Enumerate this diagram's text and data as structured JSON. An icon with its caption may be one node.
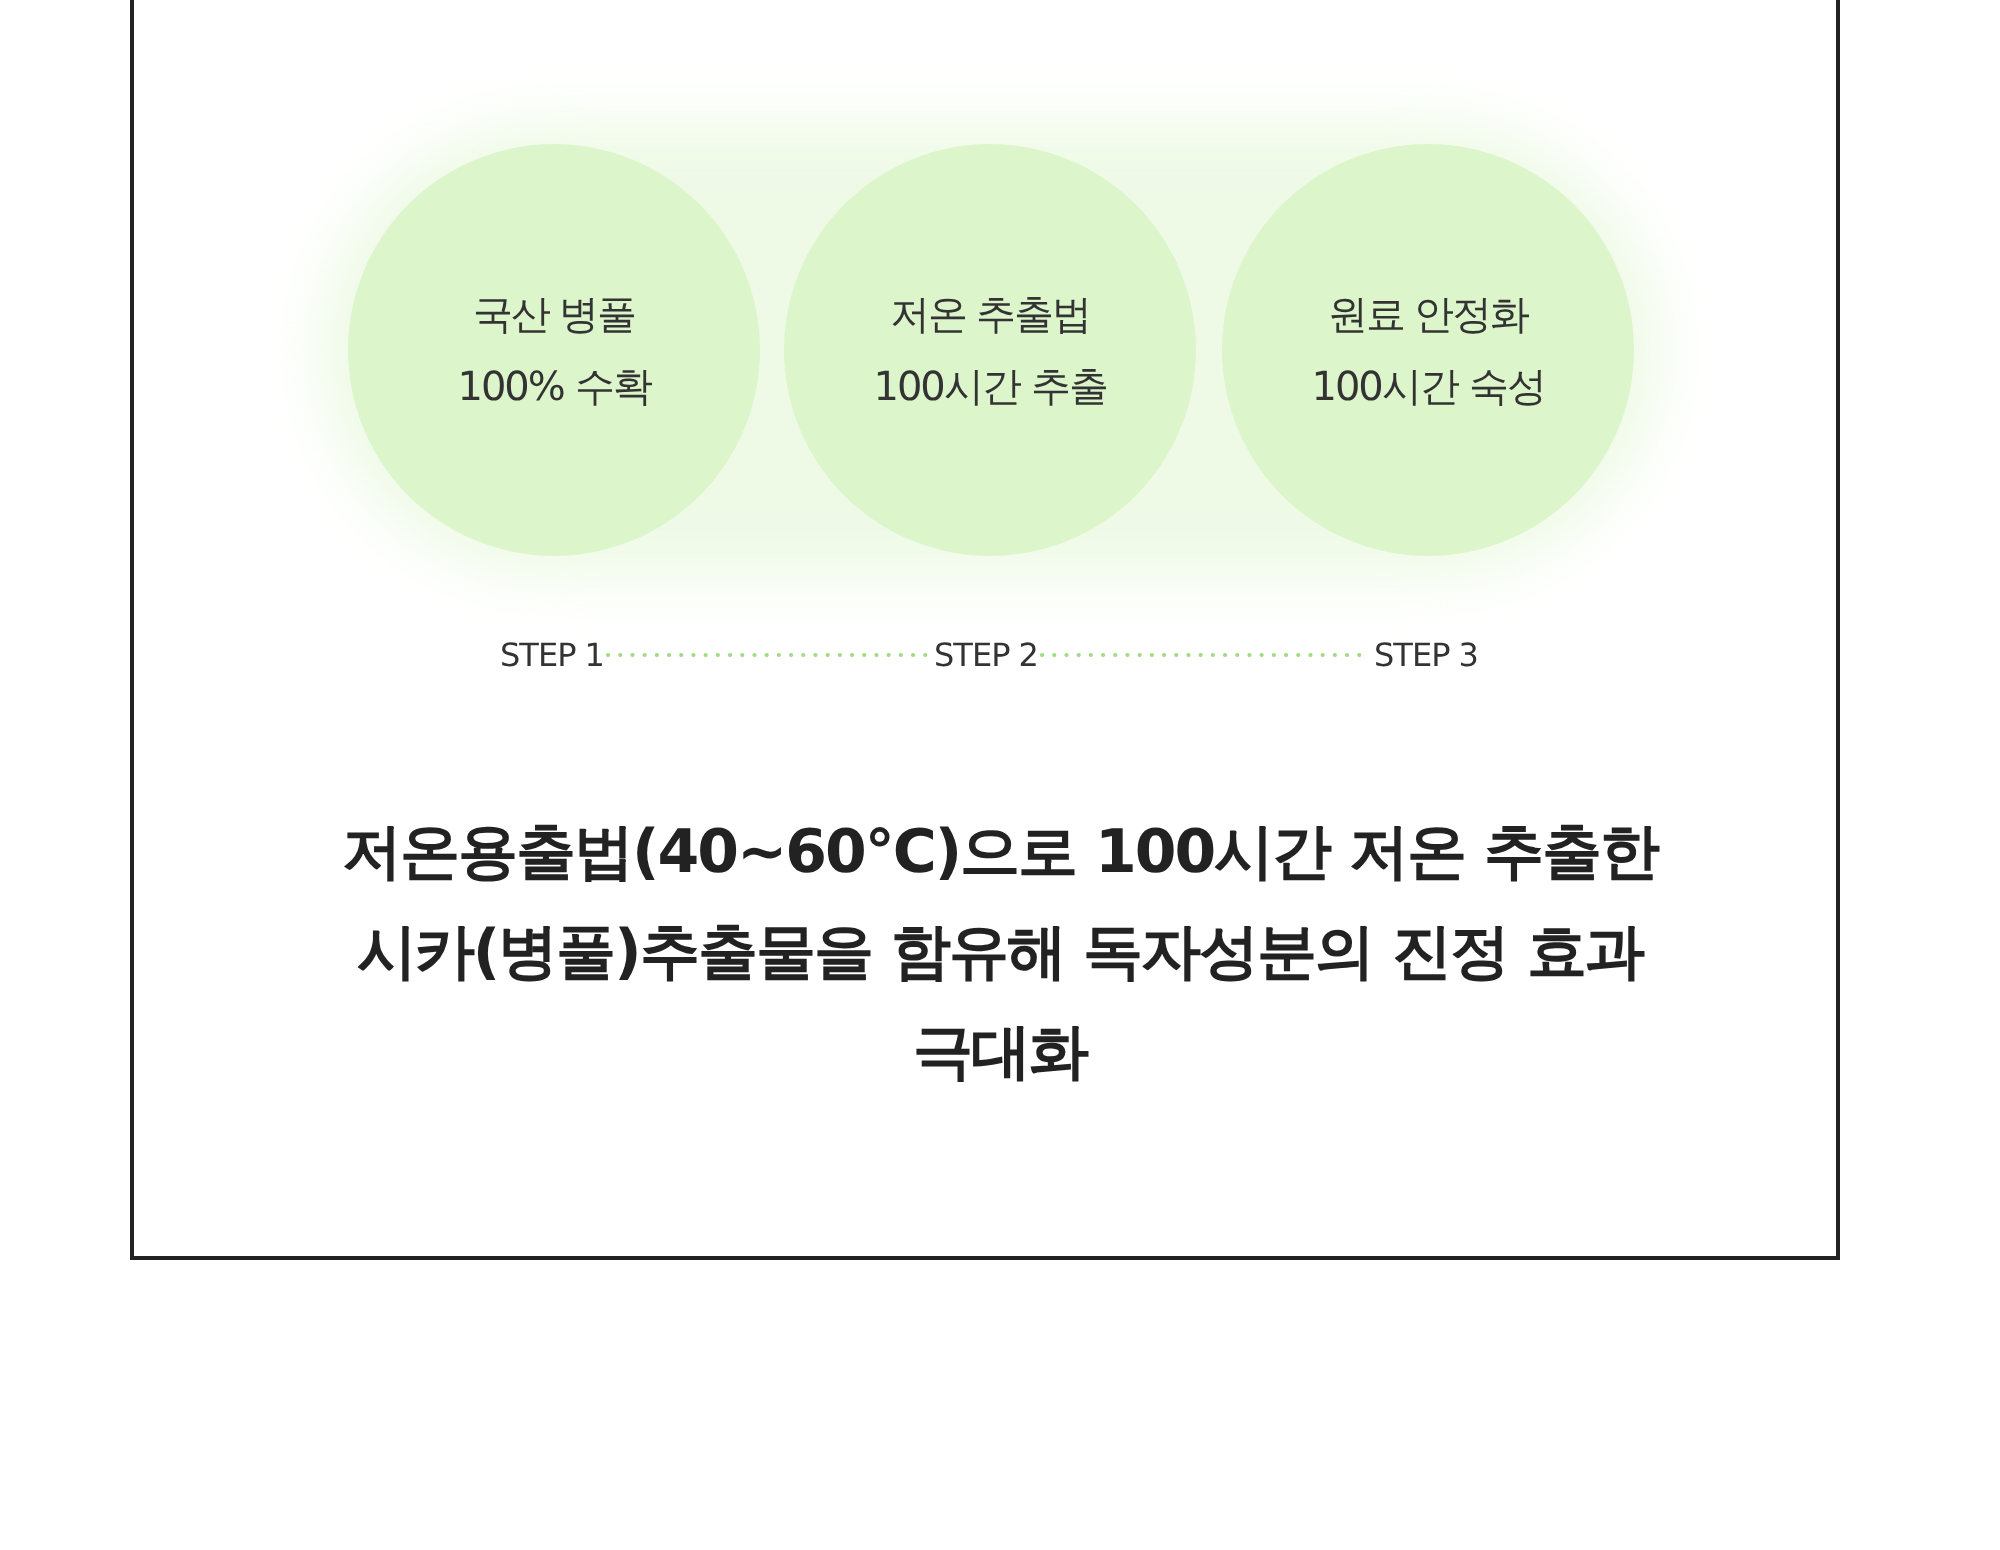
{
  "diagram": {
    "nodes": [
      {
        "text": [
          "국산 병풀 100% 수확"
        ]
      },
      {
        "text": [
          "저온 추출법 100시간 추출"
        ]
      },
      {
        "text": [
          "원료 안정화 100시간 숙성"
        ]
      },
      {
        "text": [
          "STEP 1"
        ]
      },
      {
        "text": [
          "STEP 2"
        ]
      },
      {
        "text": [
          "STEP 3"
        ]
      }
    ],
    "edges": [
      {
        "from": 3,
        "to": 4,
        "arrow": "none",
        "style": "dashed"
      },
      {
        "from": 4,
        "to": 5,
        "arrow": "none",
        "style": "dashed"
      }
    ],
    "labels": [
      "저온용출법(40~60°C)으로 100시간 저온 추출한 시카(병풀)추출물을 함유해 독자성분의 진정 효과 극대화"
    ]
  }
}
